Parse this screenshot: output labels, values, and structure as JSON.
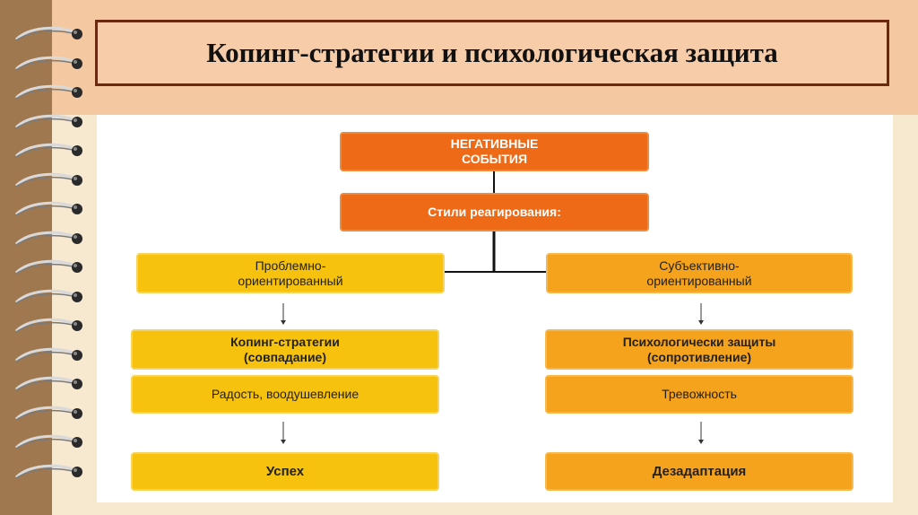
{
  "title": "Копинг-стратегии и психологическая защита",
  "nodes": {
    "negative_events": "НЕГАТИВНЫЕ\nСОБЫТИЯ",
    "response_styles": "Стили реагирования:",
    "problem_oriented": "Проблемно-\nориентированный",
    "subject_oriented": "Субъективно-\nориентированный",
    "coping": "Копинг-стратегии\n(совпадание)",
    "defense": "Психологически защиты\n(сопротивление)",
    "joy": "Радость, воодушевление",
    "anxiety": "Тревожность",
    "success": "Успех",
    "disadaptation": "Дезадаптация"
  },
  "colors": {
    "dark_orange": "#ee6a17",
    "yellow": "#f7c20d",
    "orange": "#f5a21c",
    "title_border": "#6b2a0f"
  },
  "icons": [
    "spiral-ring-icon"
  ]
}
